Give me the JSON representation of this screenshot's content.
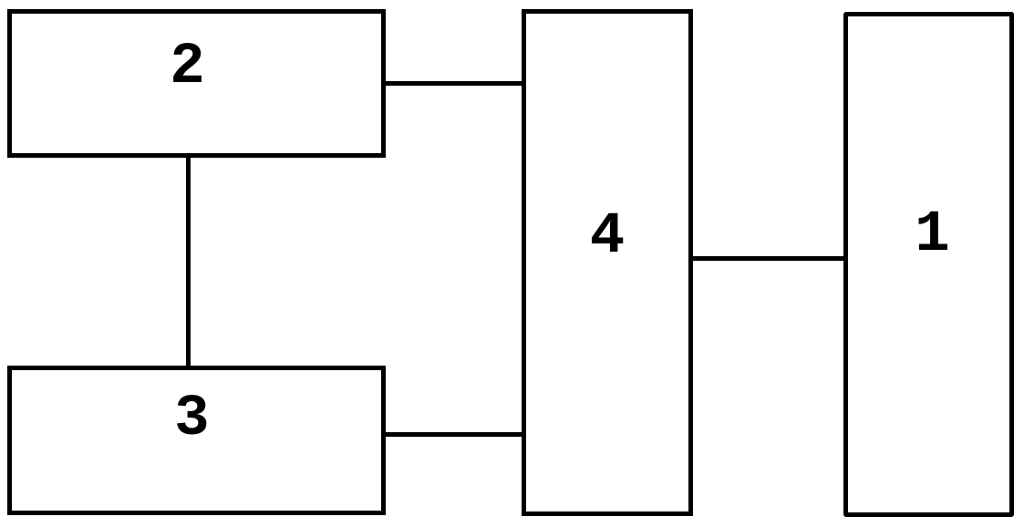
{
  "diagram": {
    "type": "block-diagram",
    "background_color": "#ffffff",
    "line_color": "#000000",
    "blocks": {
      "b1": {
        "label": "1",
        "shape": "tall-rectangle",
        "position": "right"
      },
      "b2": {
        "label": "2",
        "shape": "wide-rectangle",
        "position": "top-left"
      },
      "b3": {
        "label": "3",
        "shape": "wide-rectangle",
        "position": "bottom-left"
      },
      "b4": {
        "label": "4",
        "shape": "tall-rectangle",
        "position": "center"
      }
    },
    "connections": [
      {
        "from": "2",
        "to": "4",
        "orientation": "horizontal"
      },
      {
        "from": "3",
        "to": "4",
        "orientation": "horizontal"
      },
      {
        "from": "2",
        "to": "3",
        "orientation": "vertical"
      },
      {
        "from": "4",
        "to": "1",
        "orientation": "horizontal"
      }
    ]
  }
}
